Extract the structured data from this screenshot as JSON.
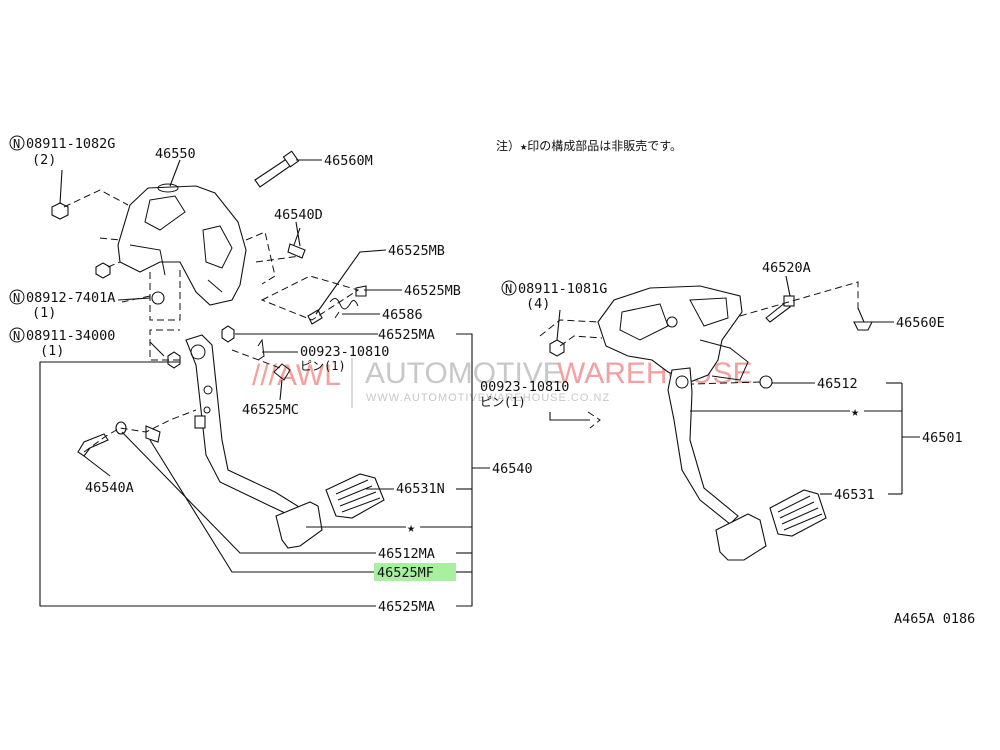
{
  "note": "注）★印の構成部品は非販売です。",
  "figure_code": "A465A 0186",
  "watermark": {
    "prefix": "///AWL",
    "brand_1": "AUTOMOTIVE",
    "brand_2": "WAREHOUSE",
    "url": "WWW.AUTOMOTIVEWAREHOUSE.CO.NZ"
  },
  "colors": {
    "highlight": "#a8f0a0",
    "watermark_grey": "#c8c8c8",
    "watermark_red": "#f2a0a0"
  },
  "labels_left": {
    "nut_a_part": "08911-1082G",
    "nut_a_qty": "(2)",
    "bracket": "46550",
    "bolt_top": "46560M",
    "bolt_mid": "46540D",
    "mb_1": "46525MB",
    "mb_2": "46525MB",
    "spring": "46586",
    "nut_b_part": "08912-7401A",
    "nut_b_qty": "(1)",
    "nut_c_part": "08911-34000",
    "nut_c_qty": "(1)",
    "ma_top": "46525MA",
    "pin_part": "00923-10810",
    "pin_label": "ピン(1)",
    "mc": "46525MC",
    "bolt_pivot": "46540A",
    "pad": "46531N",
    "assembly": "46540",
    "ma_512": "46512MA",
    "mf": "46525MF",
    "ma_bottom": "46525MA"
  },
  "labels_right": {
    "nut_part": "08911-1081G",
    "nut_qty": "(4)",
    "bolt_a": "46520A",
    "bolt_e": "46560E",
    "pin_part": "00923-10810",
    "pin_label": "ピン(1)",
    "bushing": "46512",
    "assembly": "46501",
    "pad": "46531"
  },
  "symbols": {
    "n_mark": "N",
    "star": "★"
  }
}
